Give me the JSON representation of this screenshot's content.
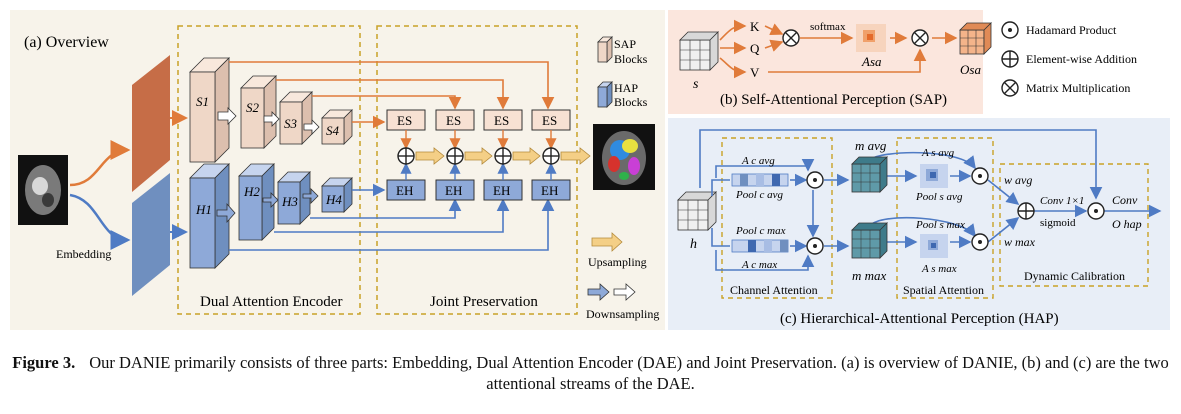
{
  "colors": {
    "overview_bg": "#f7f3ea",
    "sap_bg": "#fbe6dd",
    "hap_bg": "#e8eef7",
    "orange": "#e07b3a",
    "blue": "#4f7bc4",
    "sap_block": "#efd7c7",
    "hap_block": "#8ea9d8",
    "dash": "#c9a227",
    "upsample": "#f4cf86"
  },
  "overview": {
    "title": "(a) Overview",
    "embedding": "Embedding",
    "dae": "Dual Attention Encoder",
    "jp": "Joint Preservation",
    "sap_labels": [
      "S1",
      "S2",
      "S3",
      "S4"
    ],
    "hap_labels": [
      "H1",
      "H2",
      "H3",
      "H4"
    ],
    "es": "ES",
    "eh": "EH",
    "legend": {
      "sap_blocks": [
        "SAP",
        "Blocks"
      ],
      "hap_blocks": [
        "HAP",
        "Blocks"
      ],
      "upsampling": "Upsampling",
      "downsampling": "Downsampling"
    }
  },
  "sap": {
    "title": "(b) Self-Attentional Perception (SAP)",
    "input": "s",
    "k": "K",
    "q": "Q",
    "v": "V",
    "softmax": "softmax",
    "attn": "Asa",
    "output": "Osa"
  },
  "legend_ops": {
    "hadamard": "Hadamard Product",
    "addition": "Element-wise Addition",
    "matmul": "Matrix Multiplication"
  },
  "hap": {
    "title": "(c) Hierarchical-Attentional Perception (HAP)",
    "input": "h",
    "a_avg_c": "A c avg",
    "pool_avg_c": "Pool c avg",
    "pool_max_c": "Pool c max",
    "a_max_c": "A c max",
    "m_avg": "m avg",
    "m_max": "m max",
    "a_avg_s": "A s avg",
    "pool_avg_s": "Pool s avg",
    "pool_max_s": "Pool s max",
    "a_max_s": "A s max",
    "w_avg": "w avg",
    "w_max": "w max",
    "conv1": "Conv 1×1",
    "sigmoid": "sigmoid",
    "conv": "Conv",
    "o_hap": "O hap",
    "channel_attention": "Channel Attention",
    "spatial_attention": "Spatial Attention",
    "dynamic_calibration": "Dynamic Calibration"
  },
  "caption": {
    "label": "Figure 3.",
    "text": "Our DANIE primarily consists of three parts: Embedding, Dual Attention Encoder (DAE) and Joint Preservation. (a) is overview of DANIE, (b) and (c) are the two attentional streams of the DAE."
  }
}
